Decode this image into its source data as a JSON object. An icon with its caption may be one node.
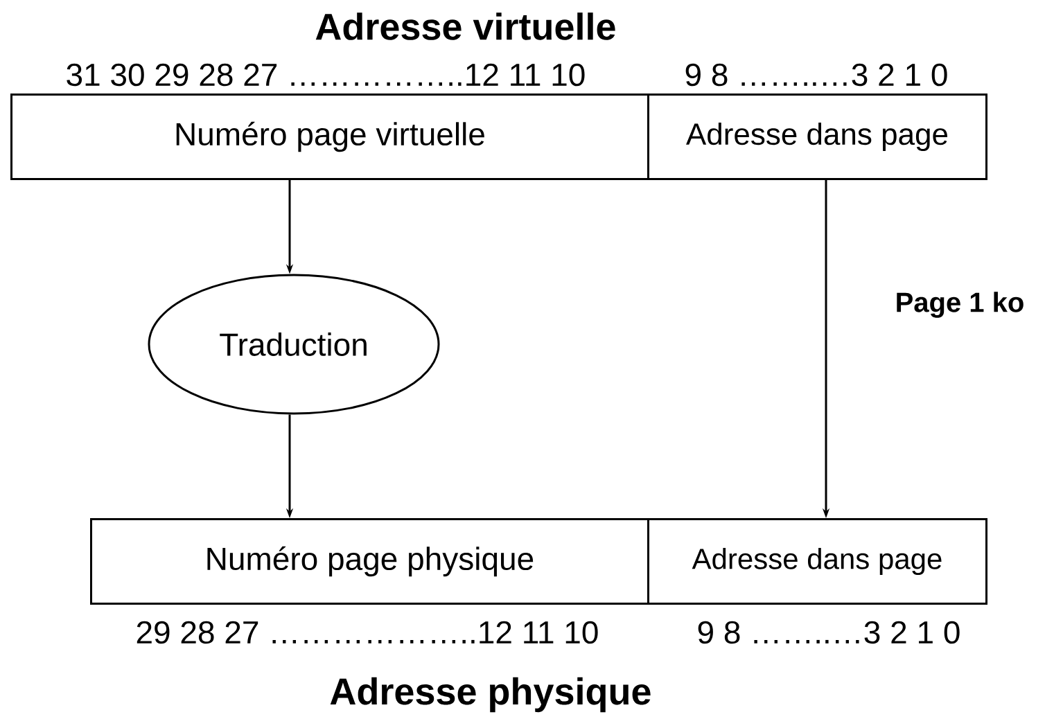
{
  "diagram": {
    "title": "Adresse virtuelle",
    "caption": "Adresse physique",
    "nodes": [
      {
        "text": [
          "Numéro page virtuelle"
        ]
      },
      {
        "text": [
          "Adresse dans page"
        ]
      },
      {
        "text": [
          "Traduction"
        ]
      },
      {
        "text": [
          "Numéro page physique"
        ]
      },
      {
        "text": [
          "Adresse dans page"
        ]
      }
    ],
    "edges": [
      {
        "from": 0,
        "to": 2,
        "arrow": "to"
      },
      {
        "from": 2,
        "to": 3,
        "arrow": "to"
      },
      {
        "from": 1,
        "to": 4,
        "arrow": "to"
      }
    ],
    "labels": [
      "31 30 29 28 27 ……………..12 11 10",
      "9 8 ……..…3 2 1 0",
      "Page 1 ko",
      "29 28 27 ………………..12 11 10",
      "9 8 ……..…3 2 1 0"
    ]
  }
}
